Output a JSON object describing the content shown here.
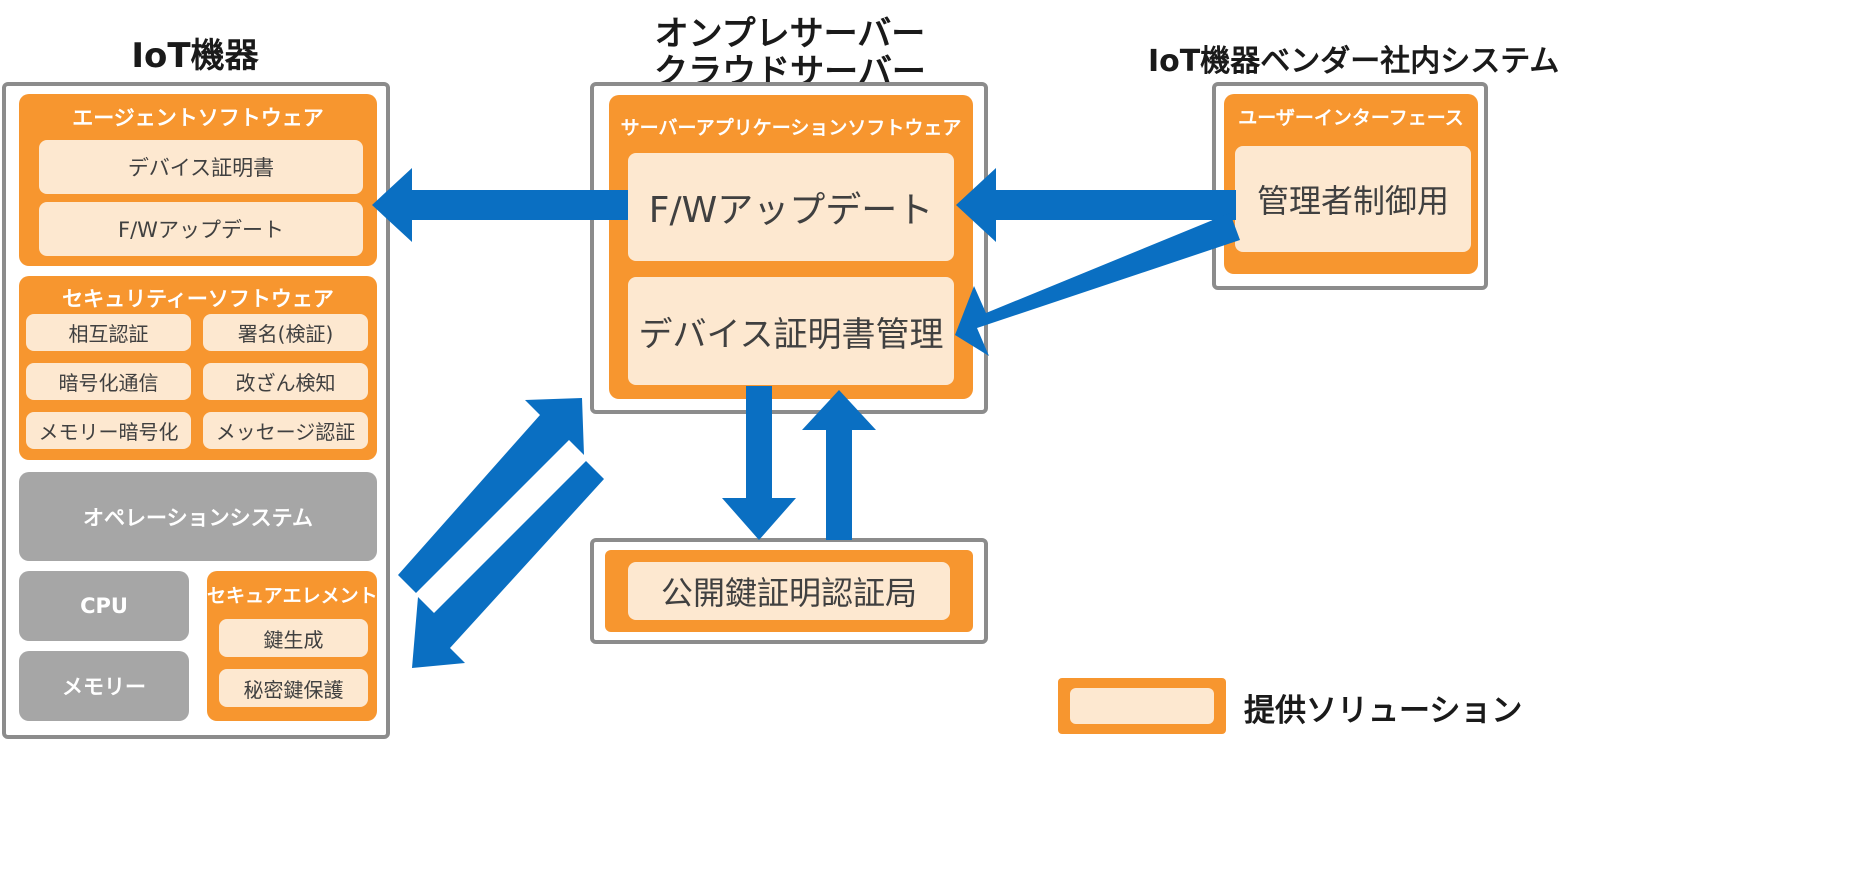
{
  "colors": {
    "arrow": "#0a6fc2",
    "orange": "#f7962f",
    "cream": "#fde8d0",
    "gray": "#a6a6a6",
    "frame": "#8c8c8c"
  },
  "iot_device": {
    "title": "IoT機器",
    "agent_software": {
      "label": "エージェントソフトウェア",
      "items": [
        "デバイス証明書",
        "F/Wアップデート"
      ]
    },
    "security_software": {
      "label": "セキュリティーソフトウェア",
      "items": [
        "相互認証",
        "署名(検証)",
        "暗号化通信",
        "改ざん検知",
        "メモリー暗号化",
        "メッセージ認証"
      ]
    },
    "operating_system": "オペレーションシステム",
    "cpu": "CPU",
    "memory": "メモリー",
    "secure_element": {
      "label": "セキュアエレメント",
      "items": [
        "鍵生成",
        "秘密鍵保護"
      ]
    }
  },
  "server": {
    "title_line1": "オンプレサーバー",
    "title_line2": "クラウドサーバー",
    "app_software": {
      "label": "サーバーアプリケーションソフトウェア",
      "items": [
        "F/Wアップデート",
        "デバイス証明書管理"
      ]
    }
  },
  "vendor": {
    "title": "IoT機器ベンダー社内システム",
    "ui": {
      "label": "ユーザーインターフェース",
      "item": "管理者制御用"
    }
  },
  "ca": {
    "item": "公開鍵証明認証局"
  },
  "legend": {
    "label": "提供ソリューション"
  }
}
